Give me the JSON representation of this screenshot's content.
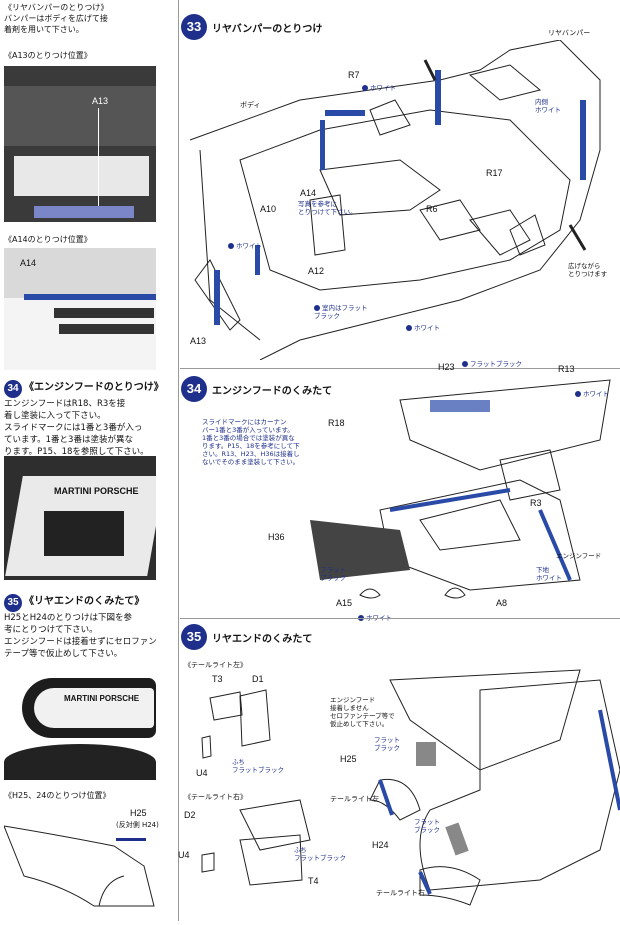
{
  "left": {
    "top_caption": "《リヤバンパーのとりつけ》\nバンパーはボディを広げて接\n着剤を用いて下さい。",
    "a13_caption": "《A13のとりつけ位置》",
    "a13_label": "A13",
    "a14_caption": "《A14のとりつけ位置》",
    "a14_label": "A14",
    "step34_number": "34",
    "step34_title": "《エンジンフードのとりつけ》",
    "step34_body": "エンジンフードはR18、R3を接\n着し塗装に入って下さい。\nスライドマークには1番と3番が入っ\nています。1番と3番は塗装が異な\nります。P15、18を参照して下さい。",
    "photo34_text": "MARTINI PORSCHE",
    "step35_number": "35",
    "step35_title": "《リヤエンドのくみたて》",
    "step35_body": "H25とH24のとりつけは下図を参\n考にとりつけて下さい。\nエンジンフードは接着せずにセロファン\nテープ等で仮止めして下さい。",
    "photo35_text": "MARTINI PORSCHE",
    "h2524_caption": "《H25、24のとりつけ位置》",
    "h25_label": "H25",
    "h24_note": "(反対側 H24)"
  },
  "step33": {
    "number": "33",
    "title": "リヤバンパーのとりつけ",
    "labels": {
      "r7": "R7",
      "white1": "ホワイト",
      "body": "ボディ",
      "rear_bumper": "リヤバンパー",
      "inner_white": "内側\nホワイト",
      "a14": "A14",
      "a14_note": "写真を参考に\nとりつけて下さい。",
      "r17": "R17",
      "a10": "A10",
      "white2": "ホワイト",
      "r6": "R6",
      "a12": "A12",
      "spread": "広げながら\nとりつけます",
      "inner_flat_black": "室内はフラット\nブラック",
      "white3": "ホワイト",
      "a13": "A13"
    }
  },
  "step34": {
    "number": "34",
    "title": "エンジンフードのくみたて",
    "labels": {
      "h23": "H23",
      "flat_black1": "フラットブラック",
      "r13": "R13",
      "white1": "ホワイト",
      "r18": "R18",
      "note": "スライドマークにはカーナン\nバー1番と3番が入っています。\n1番と3番の場合では塗装が異な\nります。P15、18を参考にして下\nさい。R13、H23、H36は接着し\nないでそのまま塗装して下さい。",
      "r3": "R3",
      "h36": "H36",
      "flat_black2": "フラット\nブラック",
      "engine_hood": "エンジンフード",
      "undercoat_white": "下地\nホワイト",
      "a15": "A15",
      "a8": "A8",
      "white2": "ホワイト"
    }
  },
  "step35": {
    "number": "35",
    "title": "リヤエンドのくみたて",
    "labels": {
      "taillight_left_caption": "《テールライト左》",
      "t3": "T3",
      "d1": "D1",
      "u4_1": "U4",
      "edge_flat_black1": "ふち\nフラットブラック",
      "engine_hood_note": "エンジンフード\n接着しません\nセロファンテープ等で\n仮止めして下さい。",
      "flat_black_a": "フラット\nブラック",
      "h25": "H25",
      "taillight_left": "テールライト左",
      "taillight_right_caption": "《テールライト右》",
      "d2": "D2",
      "u4_2": "U4",
      "edge_flat_black2": "ふち\nフラットブラック",
      "t4": "T4",
      "flat_black_b": "フラット\nブラック",
      "h24": "H24",
      "taillight_right": "テールライト右"
    }
  },
  "colors": {
    "accent": "#1e2f8c",
    "line": "#222222"
  }
}
